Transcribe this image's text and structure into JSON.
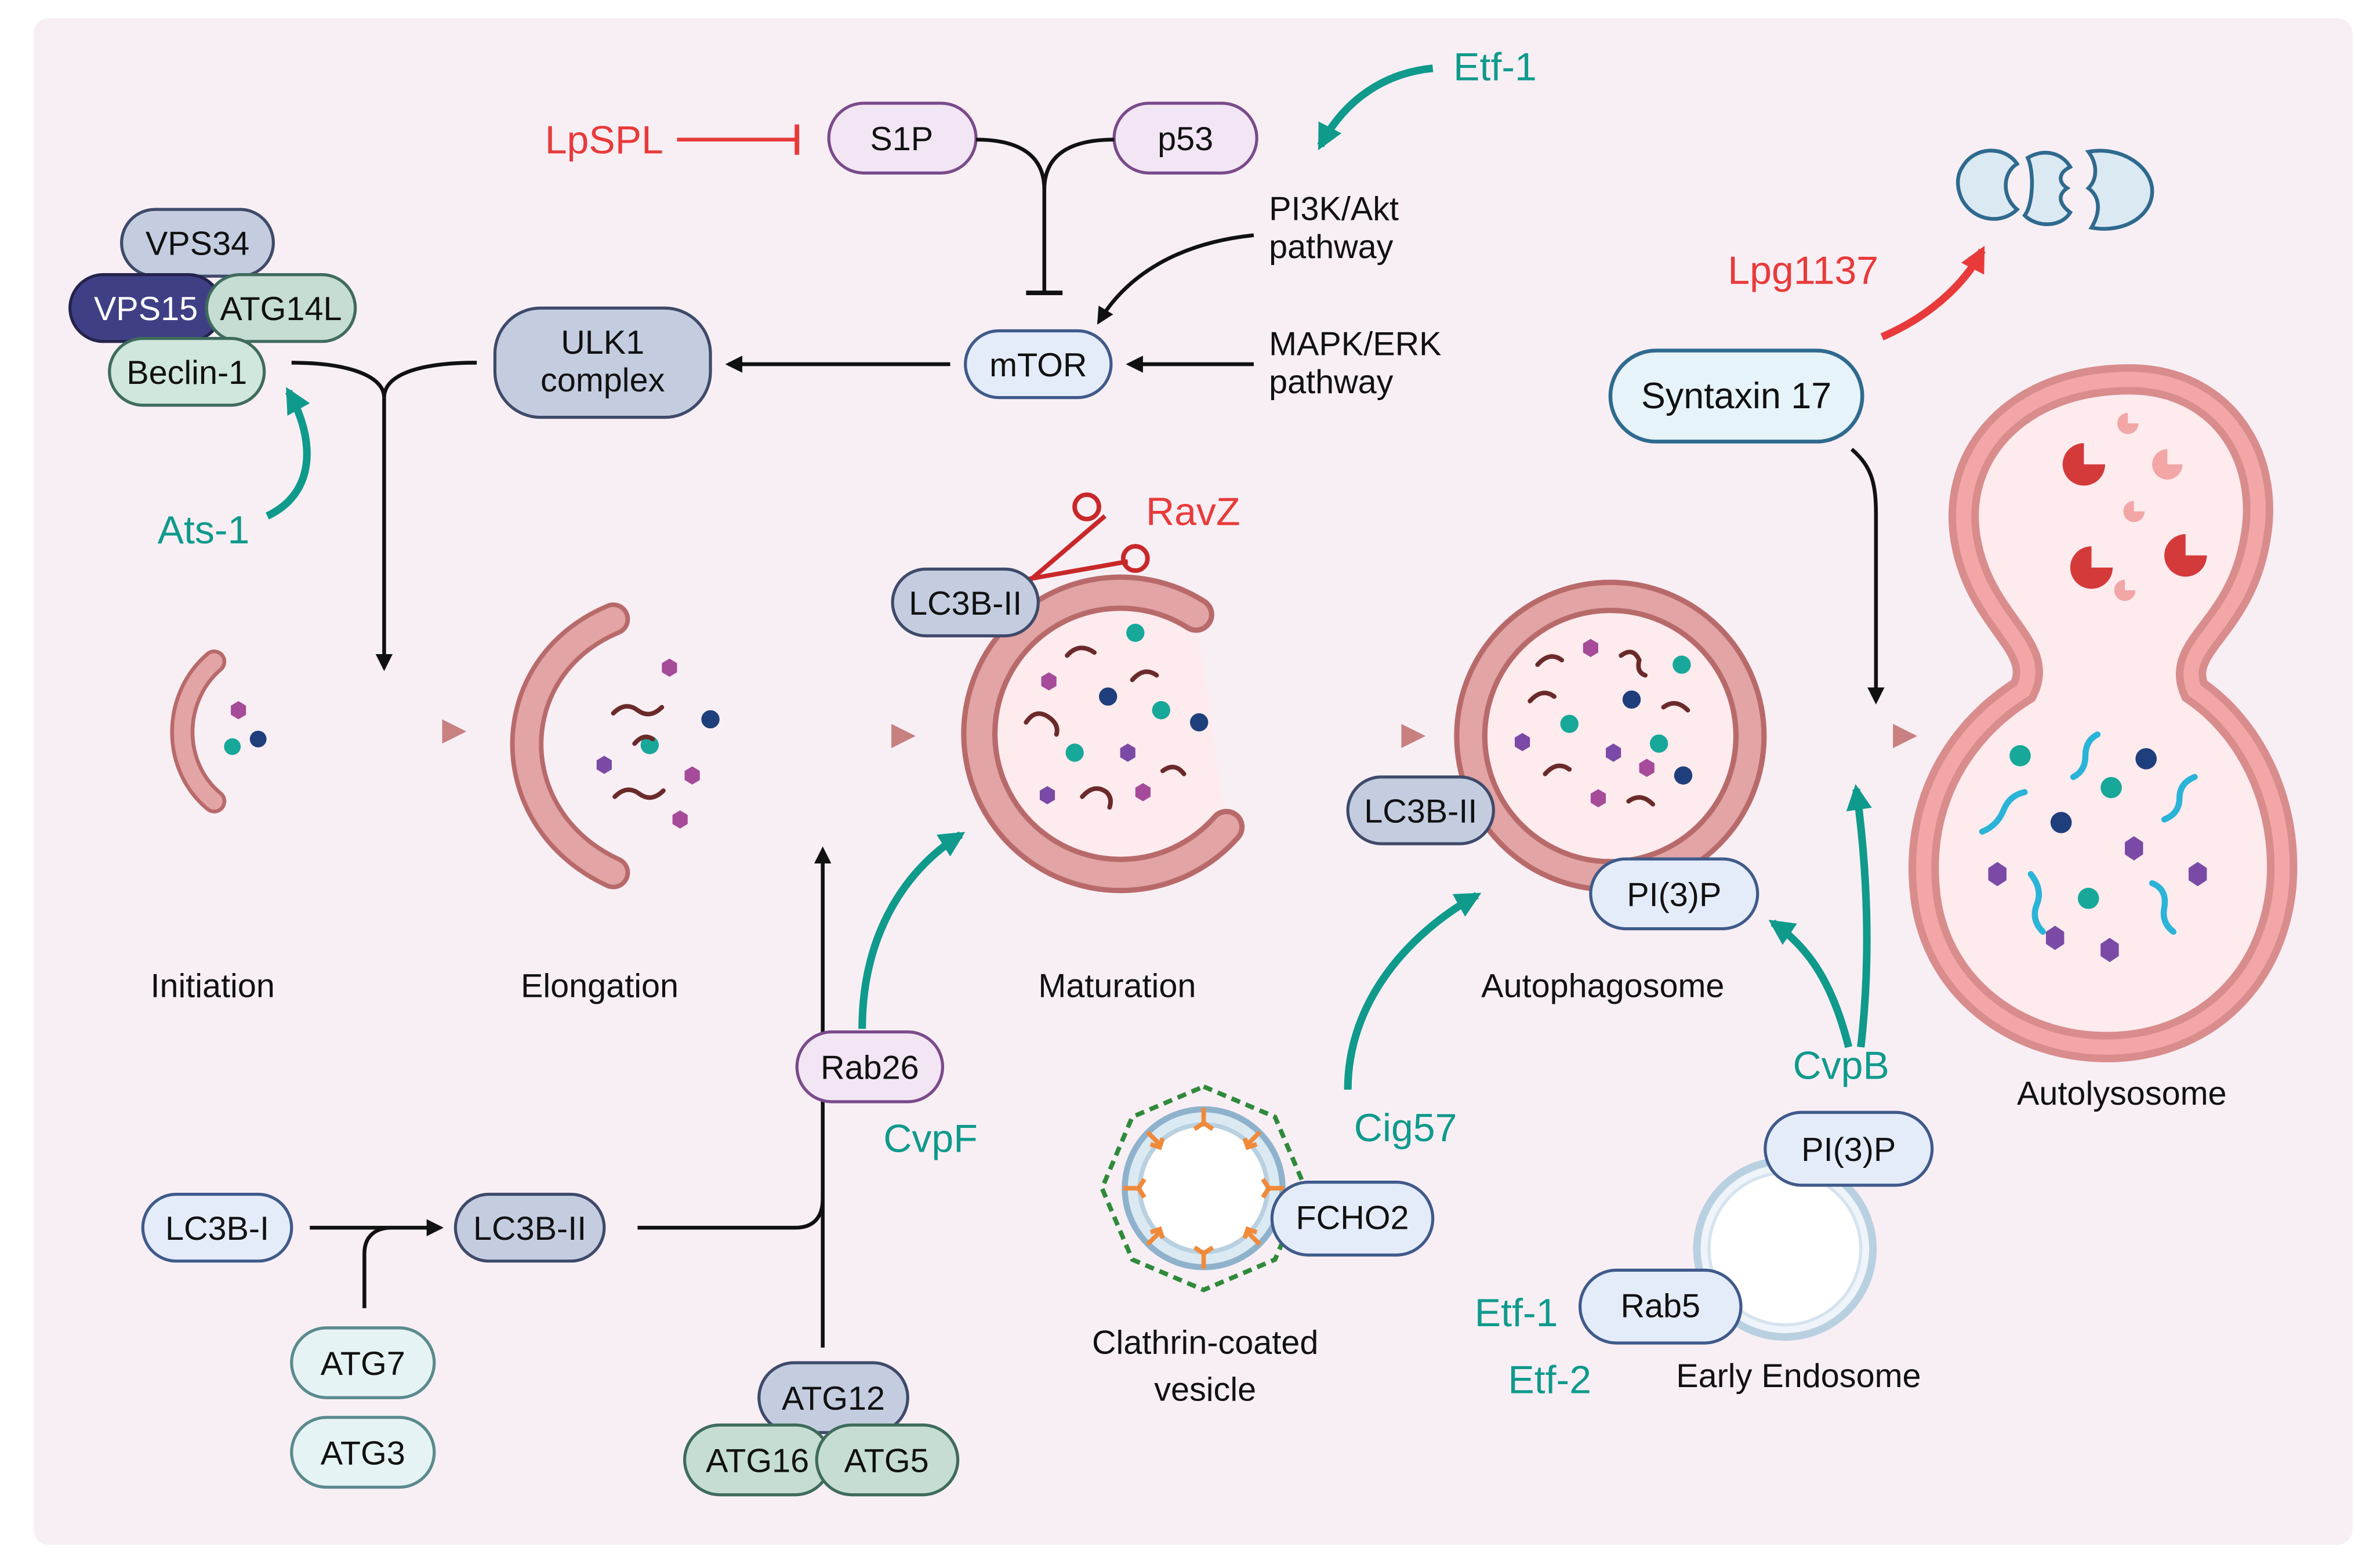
{
  "colors": {
    "panel": "#f8eff5",
    "teal": "#0f9a8c",
    "red": "#e83a3a",
    "black": "#111111",
    "membrane": "#d98c8c",
    "membrane_dark": "#b86a6a",
    "lumen": "#fdebee",
    "arrow_flow": "#c88080"
  },
  "complex_pi3k": {
    "vps34": "VPS34",
    "vps15": "VPS15",
    "atg14l": "ATG14L",
    "beclin1": "Beclin-1"
  },
  "signaling": {
    "lpspl": "LpSPL",
    "s1p": "S1P",
    "p53": "p53",
    "etf1_top": "Etf-1",
    "pi3k_line1": "PI3K/Akt",
    "pi3k_line2": "pathway",
    "mapk_line1": "MAPK/ERK",
    "mapk_line2": "pathway",
    "mtor": "mTOR",
    "ulk1_line1": "ULK1",
    "ulk1_line2": "complex",
    "ats1": "Ats-1"
  },
  "stages": {
    "initiation": "Initiation",
    "elongation": "Elongation",
    "maturation": "Maturation",
    "autophagosome": "Autophagosome",
    "autolysosome": "Autolysosome"
  },
  "maturation": {
    "lc3b_ii": "LC3B-II",
    "ravz": "RavZ",
    "rab26": "Rab26",
    "cvpf": "CvpF"
  },
  "conjugation": {
    "lc3b_i": "LC3B-I",
    "lc3b_ii": "LC3B-II",
    "atg7": "ATG7",
    "atg3": "ATG3",
    "atg12": "ATG12",
    "atg16": "ATG16",
    "atg5": "ATG5"
  },
  "autophagosome": {
    "lc3b_ii": "LC3B-II",
    "pi3p": "PI(3)P",
    "cig57": "Cig57",
    "fcho2": "FCHO2",
    "vesicle_line1": "Clathrin-coated",
    "vesicle_line2": "vesicle"
  },
  "endosome": {
    "cvpb": "CvpB",
    "pi3p": "PI(3)P",
    "rab5": "Rab5",
    "etf1": "Etf-1",
    "etf2": "Etf-2",
    "label": "Early Endosome"
  },
  "lysosome": {
    "syntaxin17": "Syntaxin 17",
    "lpg1137": "Lpg1137"
  }
}
